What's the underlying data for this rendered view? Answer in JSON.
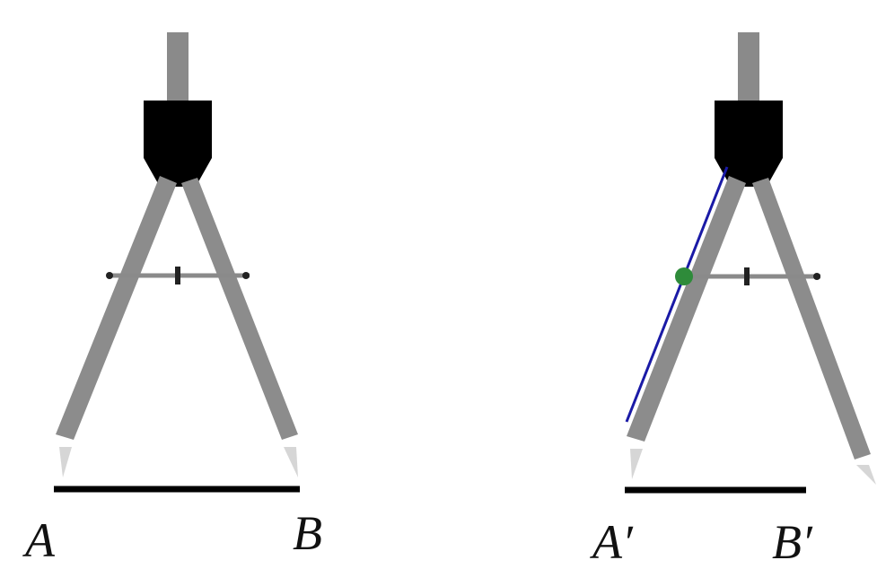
{
  "diagram": {
    "left_compass": {
      "point_a_label": "A",
      "point_b_label": "B"
    },
    "right_compass": {
      "point_a_label": "A′",
      "point_b_label": "B′"
    }
  },
  "colors": {
    "leg_gray": "#8c8c8c",
    "pin_gray": "#8a8a8a",
    "head_black": "#000000",
    "segment_black": "#000000",
    "highlight_blue": "#1a1aa6",
    "marker_green": "#2e8b3a",
    "background": "#ffffff"
  }
}
